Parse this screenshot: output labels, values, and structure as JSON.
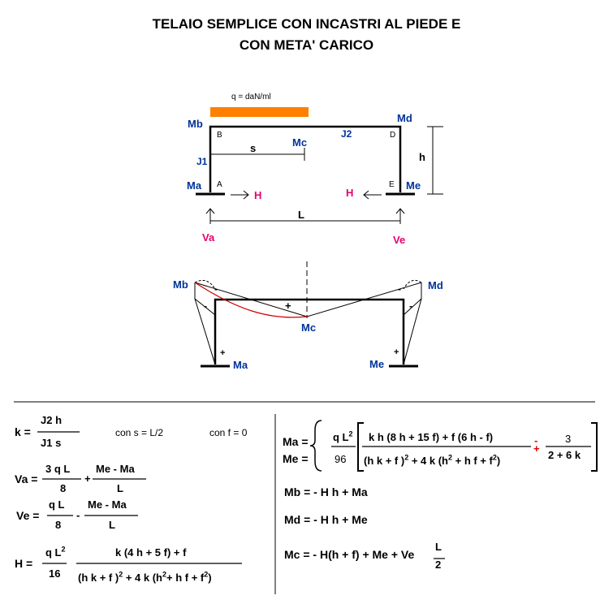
{
  "title": {
    "line1": "TELAIO SEMPLICE  CON INCASTRI AL PIEDE  E",
    "line2": "CON META'  CARICO"
  },
  "frame_diagram": {
    "load_label": "q = daN/ml",
    "load_color": "#ff7f00",
    "nodes": {
      "A": "A",
      "B": "B",
      "D": "D",
      "E": "E"
    },
    "moments": {
      "Ma": "Ma",
      "Mb": "Mb",
      "Mc": "Mc",
      "Md": "Md",
      "Me": "Me"
    },
    "members": {
      "J1": "J1",
      "J2": "J2"
    },
    "dimensions": {
      "s": "s",
      "h": "h",
      "L": "L"
    },
    "reactions": {
      "H_left": "H",
      "H_right": "H",
      "Va": "Va",
      "Ve": "Ve"
    },
    "colors": {
      "moment_labels": "#003399",
      "reactions": "#e8006e"
    }
  },
  "moment_diagram": {
    "labels": {
      "Mb": "Mb",
      "Md": "Md",
      "Mc": "Mc",
      "Ma": "Ma",
      "Me": "Me"
    },
    "signs": {
      "beam_mid": "+",
      "left_top_beam": "-",
      "left_top_col": "-",
      "right_top_beam": "-",
      "right_top_col": "-",
      "left_bottom": "+",
      "right_bottom": "+"
    },
    "curve_color": "#cc0000"
  },
  "formulas": {
    "k": {
      "lhs": "k =",
      "num": "J2   h",
      "den": "J1   s"
    },
    "cond_s": "con s = L/2",
    "cond_f": "con f = 0",
    "Va": {
      "lhs": "Va =",
      "t1_num": "3 q  L",
      "t1_den": "8",
      "op": "+",
      "t2_num": "Me - Ma",
      "t2_den": "L"
    },
    "Ve": {
      "lhs": "Ve =",
      "t1_num": "q  L",
      "t1_den": "8",
      "op": "-",
      "t2_num": "Me - Ma",
      "t2_den": "L"
    },
    "H": {
      "lhs": "H  =",
      "t1_num": "q L",
      "t1_den": "16",
      "t2_num": "k (4 h + 5 f) + f",
      "t2_den": "(h k + f )  + 4 k (h  + h f + f  )"
    },
    "MaMe": {
      "lhs1": "Ma =",
      "lhs2": "Me =",
      "t1_num": "q L",
      "t1_den": "96",
      "bracket_num": "k h (8 h + 15 f) + f (6 h - f)",
      "bracket_den": "(h k + f )  + 4 k (h  + h f + f  )",
      "pm_minus": "-",
      "pm_plus": "+",
      "t3_num": "3",
      "t3_den": "2 + 6 k"
    },
    "Mb": "Mb =  - H h  + Ma",
    "Md": "Md = - H h  + Me",
    "Mc": {
      "text": "Mc = - H(h + f) + Me  + Ve",
      "frac_num": "L",
      "frac_den": "2"
    }
  }
}
